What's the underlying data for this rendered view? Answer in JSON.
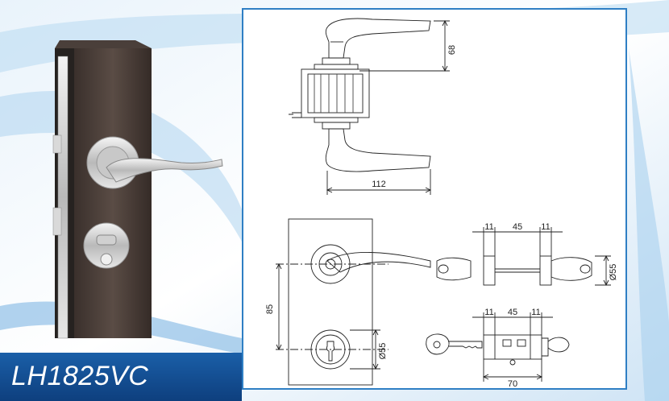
{
  "product": {
    "model": "LH1825VC",
    "photo_alt": "door lock with lever handle and thumb-turn escutcheon"
  },
  "dimensions": {
    "side_view_handle_offset": "68",
    "side_view_handle_length": "112",
    "front_view_spacing": "85",
    "front_view_rose_diameter": "Ø55",
    "lever_rose_diameter": "Ø55",
    "top_left_thickness": "11",
    "top_middle_span": "45",
    "top_right_thickness": "11",
    "cylinder_left": "11",
    "cylinder_middle": "45",
    "cylinder_right": "11",
    "cylinder_length": "70"
  },
  "colors": {
    "panel_border": "#2f7fc4",
    "label_background": "#1a5fa8",
    "line": "#222222"
  }
}
